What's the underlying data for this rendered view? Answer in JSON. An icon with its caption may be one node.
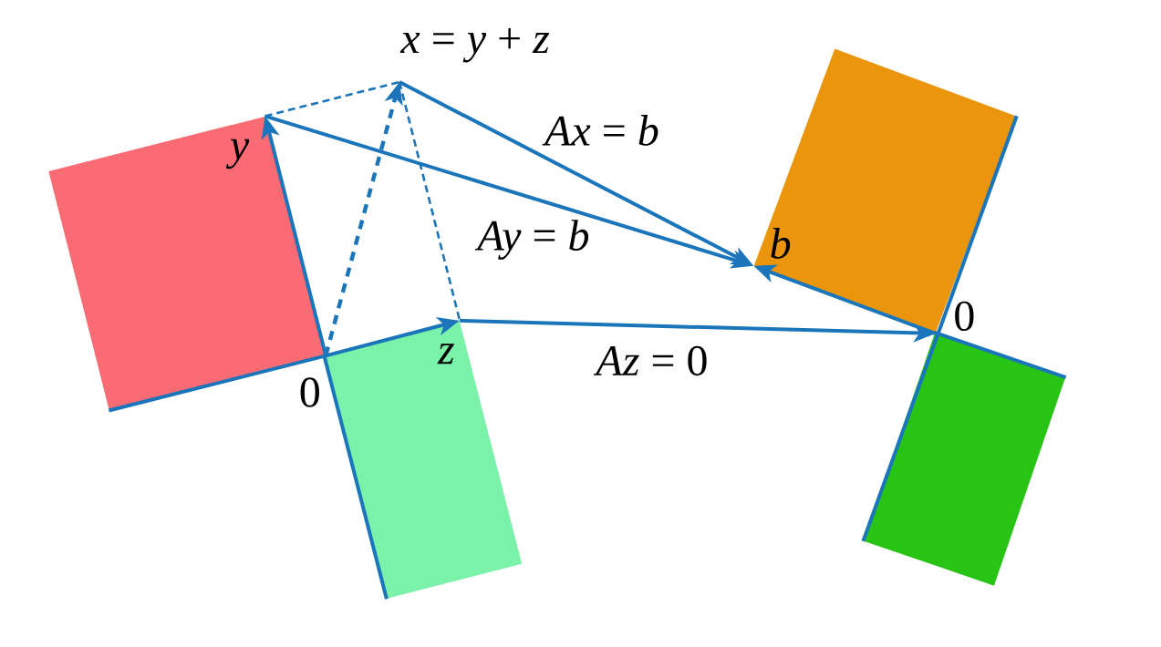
{
  "diagram": {
    "nodes": [
      {
        "text": [],
        "shape": "box"
      },
      {
        "text": [
          "y"
        ],
        "in": 0
      },
      {
        "text": [
          "*x* = *y* + *z*"
        ]
      },
      {
        "text": [
          "0"
        ]
      },
      {
        "text": [],
        "shape": "box"
      },
      {
        "text": [
          "z"
        ],
        "in": 4
      },
      {
        "text": [],
        "shape": "box"
      },
      {
        "text": [
          "b"
        ],
        "in": 6
      },
      {
        "text": [
          "0"
        ]
      },
      {
        "text": [],
        "shape": "box"
      }
    ],
    "edges": [
      {
        "from": 3,
        "to": 1,
        "arrow": "to"
      },
      {
        "from": 3,
        "to": 2,
        "arrow": "to",
        "style": "dashed"
      },
      {
        "from": 3,
        "to": 5,
        "arrow": "to"
      },
      {
        "from": 1,
        "to": 2,
        "arrow": "none",
        "style": "dashed"
      },
      {
        "from": 2,
        "to": 5,
        "arrow": "none",
        "style": "dashed"
      },
      {
        "from": 2,
        "to": 7,
        "arrow": "to",
        "label": "*Ax* = *b*"
      },
      {
        "from": 1,
        "to": 7,
        "arrow": "to",
        "label": "*Ay* = *b*"
      },
      {
        "from": 5,
        "to": 8,
        "arrow": "to",
        "label": "*Az* = 0"
      },
      {
        "from": 8,
        "to": 7,
        "arrow": "to"
      }
    ]
  }
}
